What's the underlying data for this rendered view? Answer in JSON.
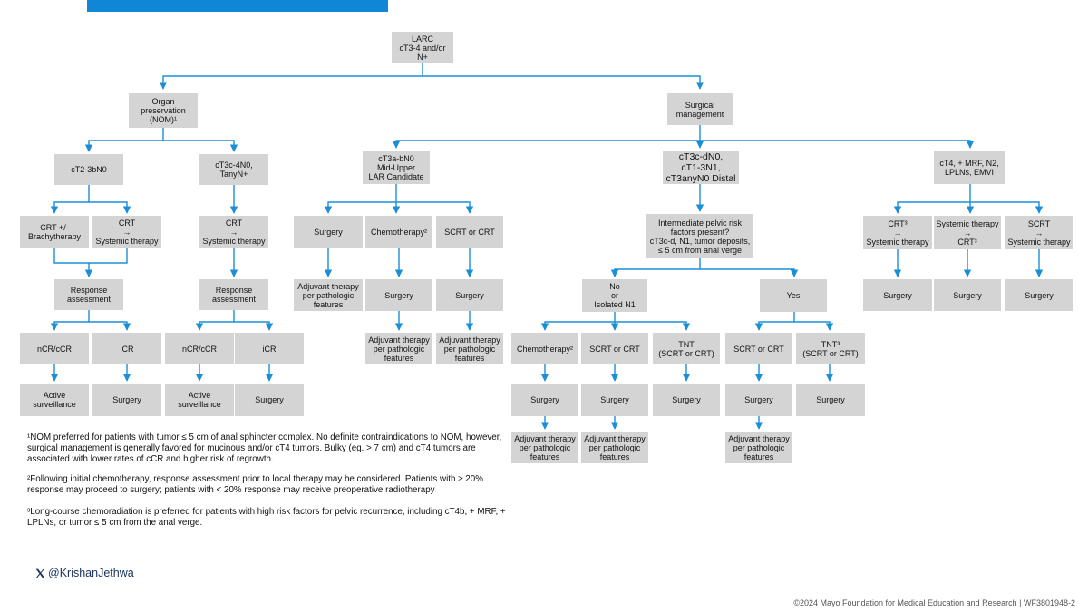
{
  "nodes": {
    "larc": "LARC\ncT3-4 and/or N+",
    "organ": "Organ\npreservation\n(NOM)¹",
    "surgical": "Surgical\nmanagement",
    "ct2": "cT2-3bN0",
    "ct3c_left": "cT3c-4N0,\nTanyN+",
    "crt_brachy": "CRT +/-\nBrachytherapy",
    "crt_sys_a": "CRT\n→\nSystemic therapy",
    "crt_sys_b": "CRT\n→\nSystemic therapy",
    "resp_a": "Response\nassessment",
    "resp_b": "Response\nassessment",
    "ncr_a": "nCR/cCR",
    "icr_a": "iCR",
    "ncr_b": "nCR/cCR",
    "icr_b": "iCR",
    "active_a": "Active\nsurveillance",
    "surgery_a": "Surgery",
    "active_b": "Active\nsurveillance",
    "surgery_b": "Surgery",
    "ct3ab": "cT3a-bN0\nMid-Upper\nLAR Candidate",
    "ct3cd": "cT3c-dN0,\ncT1-3N1,\ncT3anyN0 Distal",
    "ct4": "cT4, + MRF, N2,\nLPLNs, EMVI",
    "lar_surgery": "Surgery",
    "lar_chemo": "Chemotherapy²",
    "lar_scrt": "SCRT or CRT",
    "lar_adj": "Adjuvant therapy\nper pathologic\nfeatures",
    "lar_surgery2": "Surgery",
    "lar_surgery3": "Surgery",
    "lar_adj2": "Adjuvant therapy\nper pathologic\nfeatures",
    "lar_adj3": "Adjuvant therapy\nper pathologic\nfeatures",
    "intermediate": "Intermediate pelvic risk\nfactors present?\ncT3c-d, N1, tumor deposits,\n≤ 5 cm from anal verge",
    "no": "No\nor\nIsolated N1",
    "yes": "Yes",
    "no_chemo": "Chemotherapy²",
    "no_scrt": "SCRT or CRT",
    "no_tnt": "TNT\n(SCRT or CRT)",
    "yes_scrt": "SCRT or CRT",
    "yes_tnt": "TNT³\n(SCRT or CRT)",
    "no_chemo_surg": "Surgery",
    "no_scrt_surg": "Surgery",
    "no_tnt_surg": "Surgery",
    "yes_scrt_surg": "Surgery",
    "yes_tnt_surg": "Surgery",
    "no_chemo_adj": "Adjuvant therapy\nper pathologic\nfeatures",
    "no_scrt_adj": "Adjuvant therapy\nper pathologic\nfeatures",
    "yes_scrt_adj": "Adjuvant therapy\nper pathologic\nfeatures",
    "r_crt": "CRT³\n→\nSystemic therapy",
    "r_sys": "Systemic therapy\n→\nCRT³",
    "r_scrt": "SCRT\n→\nSystemic therapy",
    "r_surg1": "Surgery",
    "r_surg2": "Surgery",
    "r_surg3": "Surgery"
  },
  "footnotes": {
    "fn1": "¹NOM preferred for patients with tumor ≤ 5 cm of anal sphincter complex. No definite contraindications to NOM, however, surgical management is generally favored for mucinous and/or cT4 tumors. Bulky (eg. > 7 cm) and cT4 tumors are associated with lower rates of cCR and higher risk of regrowth.",
    "fn2": "²Following initial chemotherapy, response assessment prior to local therapy may be considered. Patients with ≥ 20% response may proceed to surgery; patients with < 20% response may receive preoperative radiotherapy",
    "fn3": "³Long-course chemoradiation is preferred for patients with high risk factors for pelvic recurrence, including cT4b, + MRF, + LPLNs, or tumor ≤ 5 cm from the anal verge."
  },
  "handle": "@KrishanJethwa",
  "copyright": "©2024 Mayo Foundation for Medical Education and Research  |  WF3801948-2",
  "colors": {
    "accent": "#0f87d6",
    "box": "#d4d4d4",
    "line": "#1a8fd8"
  }
}
